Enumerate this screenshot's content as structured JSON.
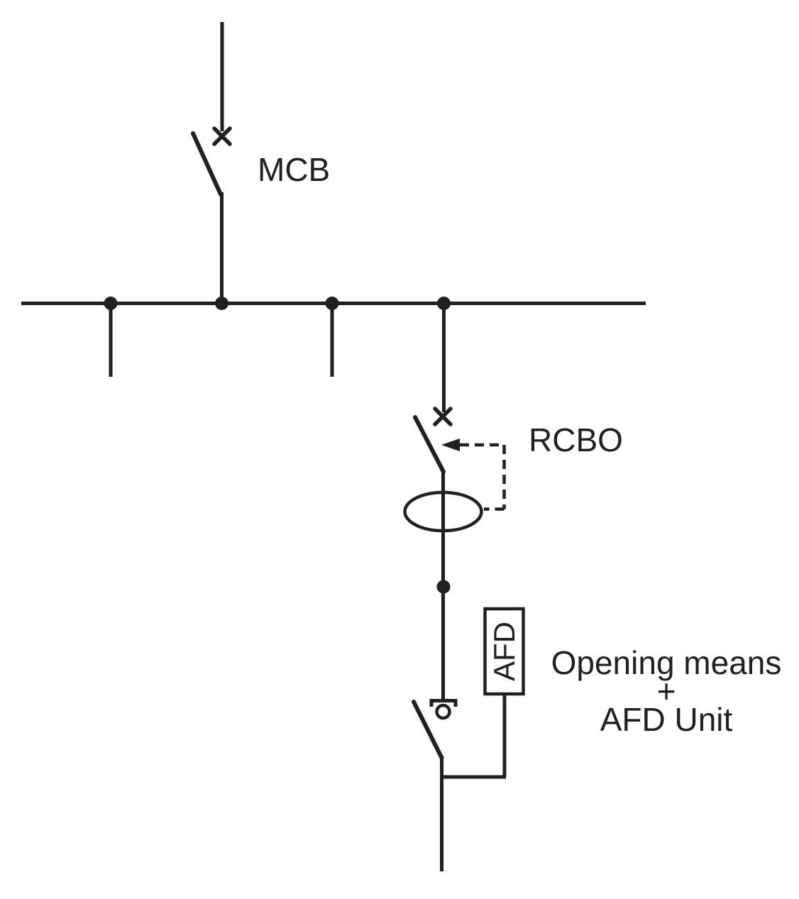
{
  "diagram": {
    "type": "electrical-single-line-diagram",
    "labels": {
      "mcb": "MCB",
      "rcbo": "RCBO",
      "afd_box": "AFD",
      "note_line1": "Opening means",
      "note_line2": "+",
      "note_line3": "AFD Unit"
    },
    "colors": {
      "ink": "#231f20",
      "background": "#ffffff"
    }
  }
}
